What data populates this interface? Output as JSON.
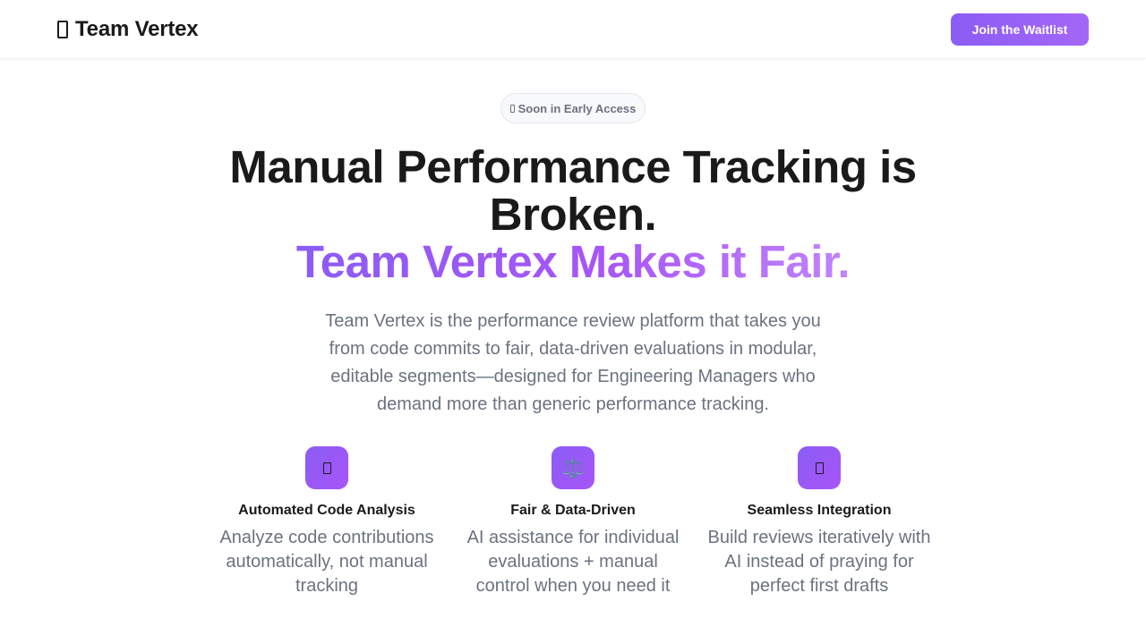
{
  "nav": {
    "brand_icon": "device-icon",
    "brand_name": "Team Vertex",
    "cta_label": "Join the Waitlist"
  },
  "badge": {
    "icon": "device-icon",
    "label": "Soon in Early Access"
  },
  "hero": {
    "headline_line1": "Manual Performance Tracking is",
    "headline_line2": "Broken.",
    "headline_accent": "Team Vertex Makes it Fair.",
    "subtitle": "Team Vertex is the performance review platform that takes you from code commits to fair, data-driven evaluations in modular, editable segments—designed for Engineering Managers who demand more than generic performance tracking."
  },
  "features": [
    {
      "icon": "code-analysis-icon",
      "title": "Automated Code Analysis",
      "description": "Analyze code contributions automatically, not manual tracking"
    },
    {
      "icon": "balance-scale-icon",
      "glyph": "⚖️",
      "title": "Fair & Data-Driven",
      "description": "AI assistance for individual evaluations + manual control when you need it"
    },
    {
      "icon": "integration-icon",
      "title": "Seamless Integration",
      "description": "Build reviews iteratively with AI instead of praying for perfect first drafts"
    }
  ],
  "colors": {
    "accent": "#8b5cf6",
    "accent_light": "#c084fc",
    "text_primary": "#1a1a1a",
    "text_muted": "#6b7280"
  }
}
